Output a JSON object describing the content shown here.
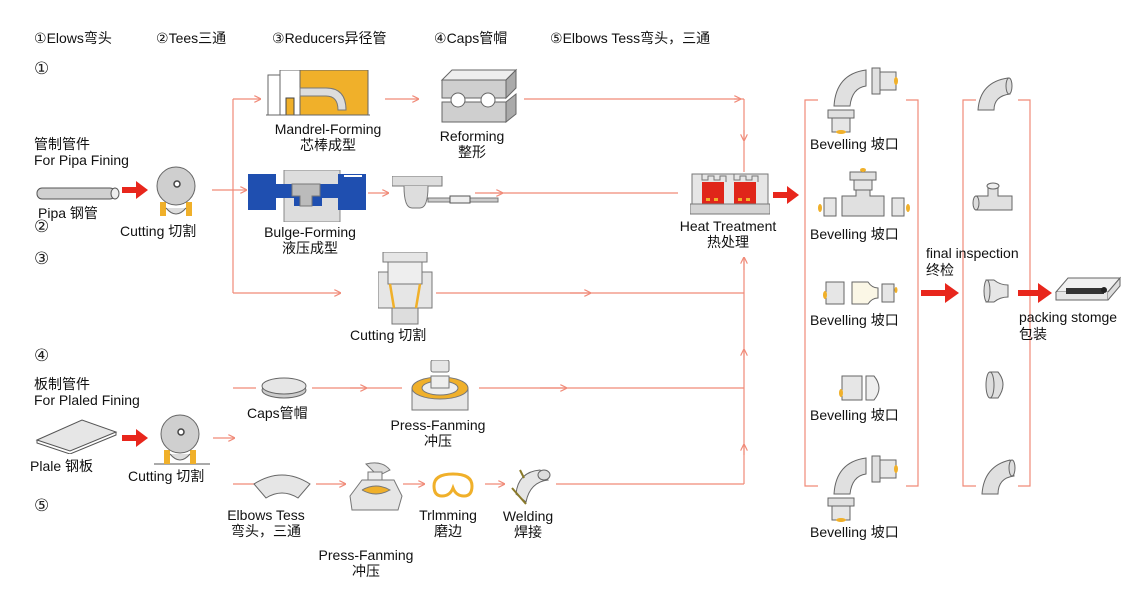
{
  "legend": [
    {
      "num": "①",
      "label": "Elows弯头"
    },
    {
      "num": "②",
      "label": "Tees三通"
    },
    {
      "num": "③",
      "label": "Reducers异径管"
    },
    {
      "num": "④",
      "label": "Caps管帽"
    },
    {
      "num": "⑤",
      "label": "Elbows Tess弯头，三通"
    }
  ],
  "row_markers": [
    "①",
    "②",
    "③",
    "④",
    "⑤"
  ],
  "pipe_section": {
    "title_cn": "管制管件",
    "title_en": "For Pipa Fining",
    "material": "Pipa  钢管",
    "cutting": "Cutting  切割"
  },
  "plate_section": {
    "title_cn": "板制管件",
    "title_en": "For Plaled Fining",
    "material": "Plale  钢板",
    "cutting": "Cutting  切割"
  },
  "steps": {
    "mandrel": {
      "en": "Mandrel-Forming",
      "cn": "芯棒成型"
    },
    "reforming": {
      "en": "Reforming",
      "cn": "整形"
    },
    "bulge": {
      "en": "Bulge-Forming",
      "cn": "液压成型"
    },
    "cutting3": {
      "en": "Cutting  切割"
    },
    "caps": {
      "en": "Caps管帽"
    },
    "press_caps": {
      "en": "Press-Fanming",
      "cn": "冲压"
    },
    "elbows": {
      "en": "Elbows Tess",
      "cn": "弯头，三通"
    },
    "press_elbows": {
      "en": "Press-Fanming",
      "cn": "冲压"
    },
    "trimming": {
      "en": "Trlmming",
      "cn": "磨边"
    },
    "welding": {
      "en": "Welding",
      "cn": "焊接"
    },
    "heat": {
      "en": "Heat Treatment",
      "cn": "热处理"
    },
    "bevelling": [
      "Bevelling 坡口",
      "Bevelling 坡口",
      "Bevelling 坡口",
      "Bevelling 坡口",
      "Bevelling 坡口"
    ],
    "final": {
      "en": "final inspection",
      "cn": "终检"
    },
    "packing": {
      "en": "packing stomge",
      "cn": "包装"
    }
  },
  "colors": {
    "flow_line": "#f08a78",
    "big_arrow": "#e8261c",
    "accent_yellow": "#f0b02a",
    "die_blue": "#1f4fb0",
    "heater_red": "#e0261a",
    "part_gray": "#d8d8d8"
  }
}
